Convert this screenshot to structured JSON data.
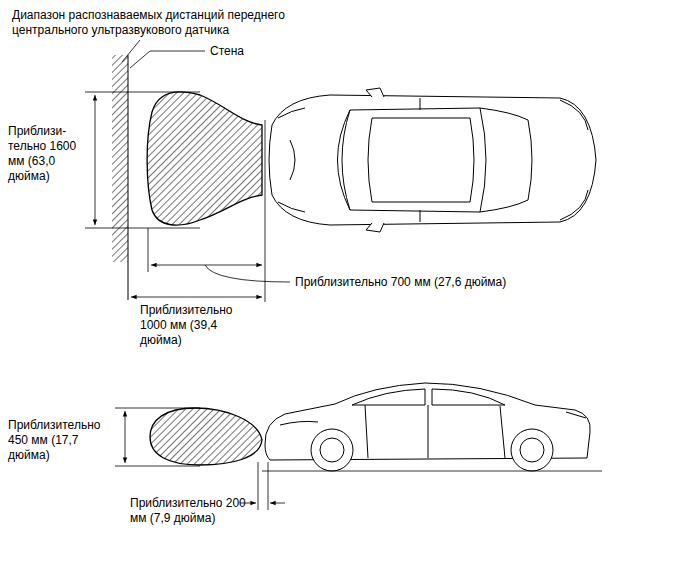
{
  "diagram": {
    "labels": [
      "Диапазон распознаваемых дистанций переднего центрального ультразвукового датчика",
      "Стена",
      "Приблизи- тельно 1600 мм (63,0 дюйма)",
      "Приблизительно 700 мм (27,6 дюйма)",
      "Приблизительно 1000 мм (39,4 дюйма)",
      "Приблизительно 450 мм (17,7 дюйма)",
      "Приблизительно 200 мм (7,9 дюйма)"
    ]
  }
}
